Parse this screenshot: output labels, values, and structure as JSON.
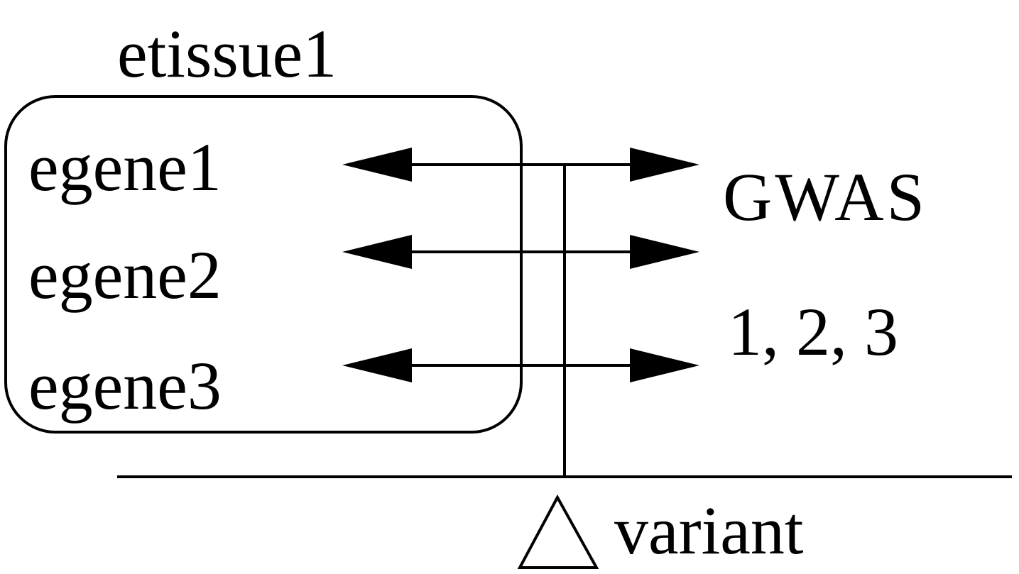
{
  "tissue": {
    "label": "etissue1"
  },
  "genes": [
    {
      "label": "egene1"
    },
    {
      "label": "egene2"
    },
    {
      "label": "egene3"
    }
  ],
  "gwas": {
    "label": "GWAS",
    "ids": "1, 2, 3"
  },
  "variant": {
    "symbol": "triangle-icon",
    "label": "variant"
  },
  "colors": {
    "stroke": "#000000",
    "background": "#ffffff"
  }
}
